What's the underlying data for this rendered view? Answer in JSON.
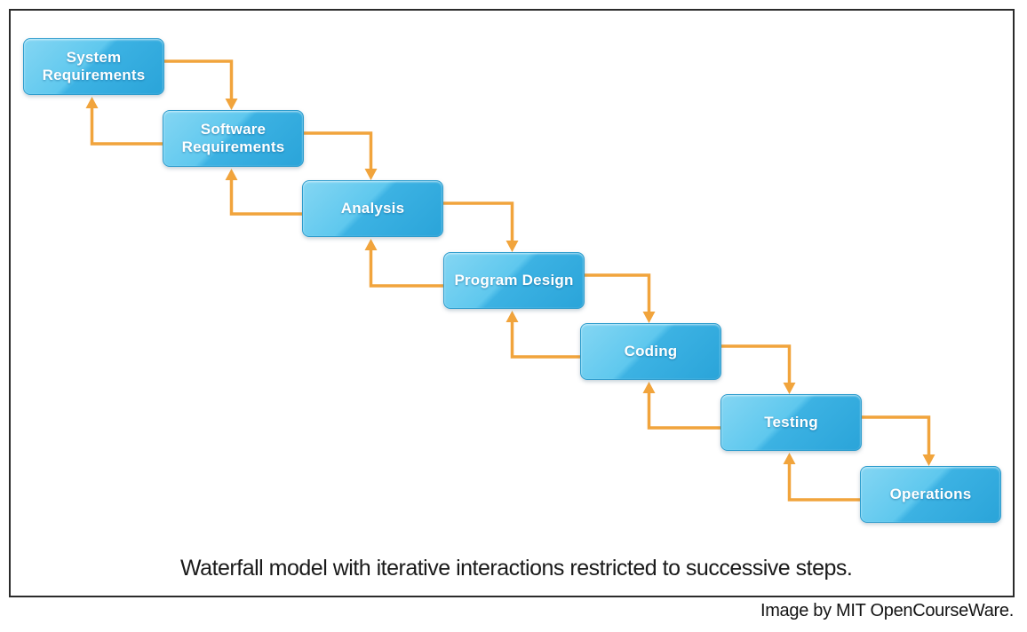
{
  "stages": [
    {
      "label": "System Requirements"
    },
    {
      "label": "Software Requirements"
    },
    {
      "label": "Analysis"
    },
    {
      "label": "Program Design"
    },
    {
      "label": "Coding"
    },
    {
      "label": "Testing"
    },
    {
      "label": "Operations"
    }
  ],
  "caption": "Waterfall model with iterative interactions restricted to successive steps.",
  "attribution": "Image by MIT OpenCourseWare.",
  "colors": {
    "arrow": "#F1A43C",
    "box_gradient_top": "#84d6f3",
    "box_gradient_mid": "#5fc8ee",
    "box_gradient_deep": "#3cb2e3",
    "box_gradient_bottom": "#2aa4d9",
    "box_border": "#2d9ccd",
    "frame_border": "#2b2b2b",
    "label_text": "#ffffff",
    "caption_text": "#1a1a1a"
  }
}
